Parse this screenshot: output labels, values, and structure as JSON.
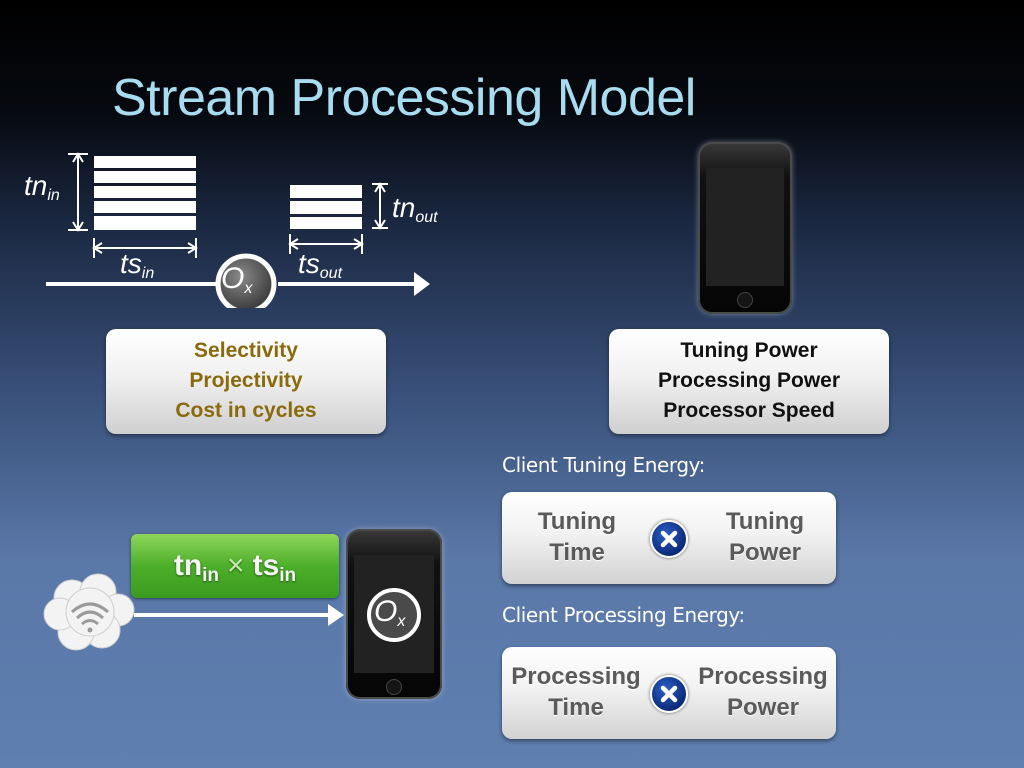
{
  "title": "Stream Processing Model",
  "diagram": {
    "tn_in_label": "tn",
    "tn_in_sub": "in",
    "ts_in_label": "ts",
    "ts_in_sub": "in",
    "tn_out_label": "tn",
    "tn_out_sub": "out",
    "ts_out_label": "ts",
    "ts_out_sub": "out",
    "operator_label": "O",
    "operator_sub": "x"
  },
  "operator_properties": {
    "lines": [
      "Selectivity",
      "Projectivity",
      "Cost in cycles"
    ]
  },
  "device_properties": {
    "lines": [
      "Tuning Power",
      "Processing Power",
      "Processor Speed"
    ]
  },
  "tuning_energy": {
    "caption": "Client Tuning Energy:",
    "left_lines": [
      "Tuning",
      "Time"
    ],
    "right_lines": [
      "Tuning",
      "Power"
    ]
  },
  "processing_energy": {
    "caption": "Client Processing Energy:",
    "left_lines": [
      "Processing",
      "Time"
    ],
    "right_lines": [
      "Processing",
      "Power"
    ]
  },
  "broadcast_formula": {
    "a": "tn",
    "a_sub": "in",
    "op": "×",
    "b": "ts",
    "b_sub": "in"
  },
  "phone_operator": {
    "label": "O",
    "sub": "x"
  },
  "colors": {
    "title": "#a8dcf0",
    "operator_props_text": "#8a6a0a",
    "formula_green": "#4caf2a",
    "times_icon_blue": "#0c2b7a"
  },
  "icons": [
    "broadcast-cloud-icon",
    "multiply-icon",
    "phone-icon",
    "arrow-right-icon"
  ]
}
